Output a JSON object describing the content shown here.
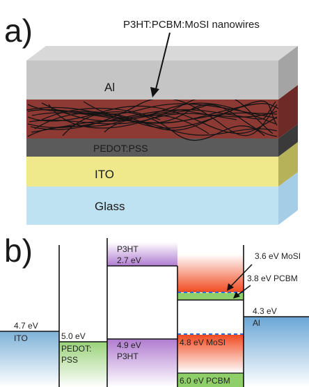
{
  "panel_a": {
    "label": "a)",
    "annotation": "P3HT:PCBM:MoSI nanowires",
    "layers": {
      "al": "Al",
      "pedot": "PEDOT:PSS",
      "ito": "ITO",
      "glass": "Glass"
    }
  },
  "panel_b": {
    "label": "b)",
    "ito": {
      "value": "4.7 eV",
      "name": "ITO"
    },
    "pedot": {
      "value": "5.0 eV",
      "name_line1": "PEDOT:",
      "name_line2": "PSS"
    },
    "p3ht_lumo": {
      "name": "P3HT",
      "value": "2.7 eV"
    },
    "p3ht_homo": {
      "value": "4.9 eV",
      "name": "P3HT"
    },
    "mosi_homo": "4.8 eV MoSI",
    "pcbm_homo": "6.0 eV PCBM",
    "mosi_lumo": "3.6 eV MoSI",
    "pcbm_lumo": "3.8 eV PCBM",
    "al": {
      "value": "4.3 eV",
      "name": "Al"
    }
  },
  "colors": {
    "al": "#c9c9c9",
    "nanowire_layer": "#8c3a35",
    "pedot": "#5a5a5a",
    "ito": "#ede78a",
    "glass": "#b9dff0",
    "p3ht": "#b486d0",
    "pcbm": "#8fcf6a",
    "mosi": "#f26a3e",
    "electrode": "#7fb2d8"
  }
}
